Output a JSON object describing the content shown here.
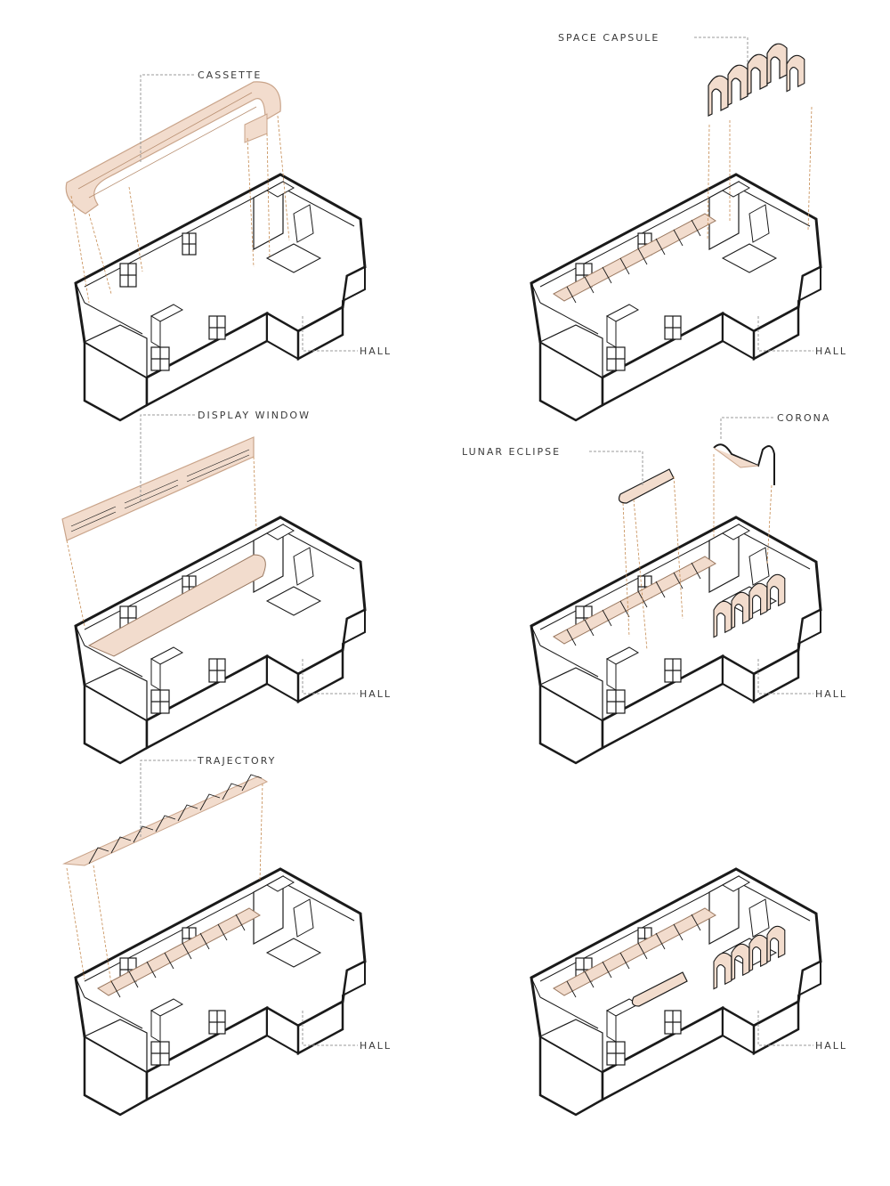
{
  "diagram": {
    "panels": [
      {
        "callout": "CASSETTE",
        "base_label": "HALL"
      },
      {
        "callout": "SPACE CAPSULE",
        "base_label": "HALL"
      },
      {
        "callout": "DISPLAY WINDOW",
        "base_label": "HALL"
      },
      {
        "callouts": [
          "LUNAR ECLIPSE",
          "CORONA"
        ],
        "base_label": "HALL"
      },
      {
        "callout": "TRAJECTORY",
        "base_label": "HALL"
      },
      {
        "base_label": "HALL"
      }
    ]
  },
  "colors": {
    "line": "#1a1a1a",
    "accent_fill": "#f2dccd",
    "accent_stroke": "#c9a48a",
    "leader": "#9a9a9a",
    "projection": "#c58b52"
  }
}
